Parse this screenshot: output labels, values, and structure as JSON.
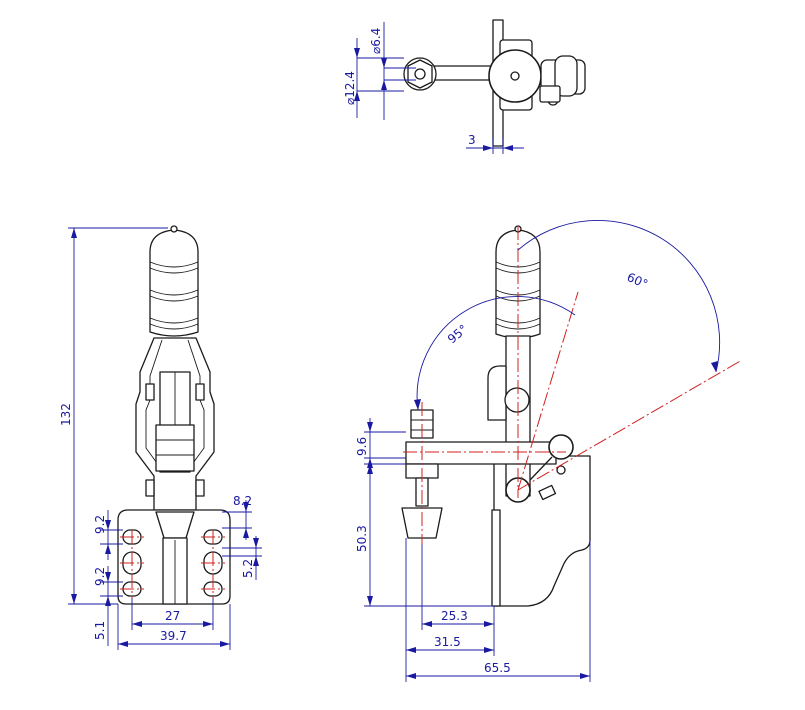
{
  "colors": {
    "outline": "#1b1b1b",
    "dimension": "#1a1aa0",
    "centerline": "#d21f1f",
    "background": "#ffffff"
  },
  "top_view": {
    "dim_dia_small": "6.4",
    "dim_dia_large": "12.4",
    "dim_thickness": "3"
  },
  "front_view": {
    "dim_height": "132",
    "dim_slot_vertical_1": "9.2",
    "dim_slot_vertical_2": "9.2",
    "dim_slot_width": "8.2",
    "dim_slot_gap": "5.2",
    "dim_hole_spacing": "27",
    "dim_base_width": "39.7",
    "dim_base_thickness": "5.1"
  },
  "side_view": {
    "angle_open": "95°",
    "angle_handle": "60°",
    "dim_bar_height": "9.6",
    "dim_spindle_height": "50.3",
    "dim_reach_1": "25.3",
    "dim_reach_2": "31.5",
    "dim_overall_length": "65.5"
  }
}
